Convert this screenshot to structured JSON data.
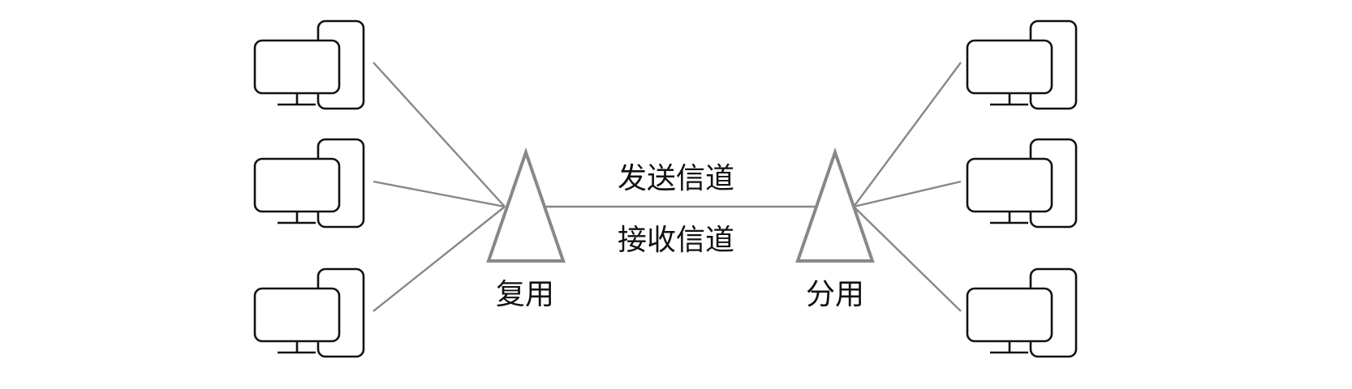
{
  "diagram": {
    "channels": {
      "send": "发送信道",
      "receive": "接收信道"
    },
    "nodes": {
      "multiplexer": "复用",
      "demultiplexer": "分用"
    },
    "computers": {
      "left": [
        "computer",
        "computer",
        "computer"
      ],
      "right": [
        "computer",
        "computer",
        "computer"
      ]
    },
    "icons": {
      "computer": "desktop-computer-icon"
    },
    "colors": {
      "lines": "#888888",
      "icons": "#111111"
    }
  }
}
